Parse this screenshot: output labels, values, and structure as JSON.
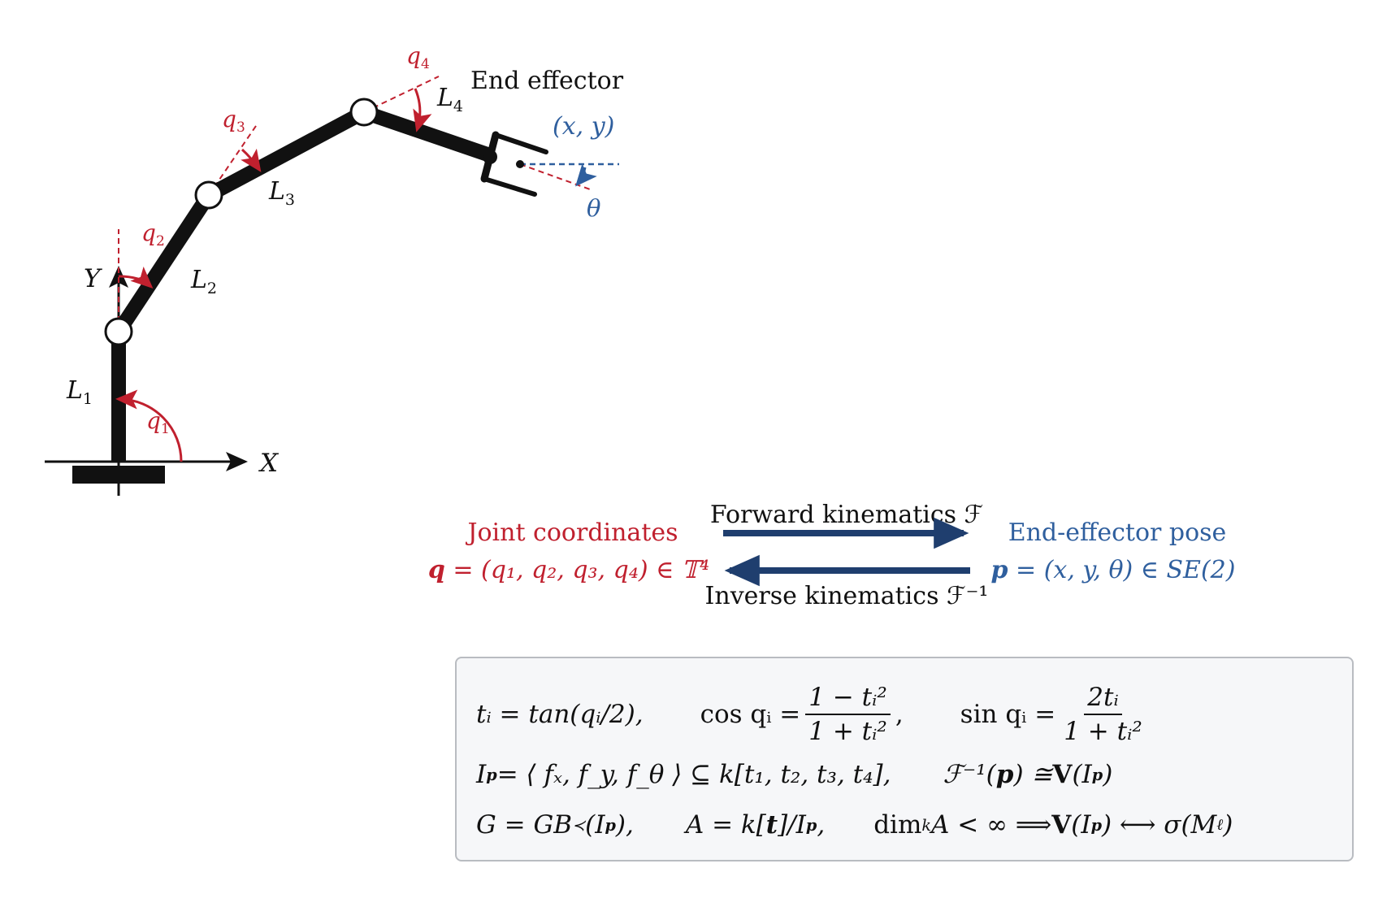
{
  "robot_arm": {
    "link_labels": [
      "L",
      "L",
      "L",
      "L"
    ],
    "link_subs": [
      "1",
      "2",
      "3",
      "4"
    ],
    "joint_angle_labels": [
      "q",
      "q",
      "q",
      "q"
    ],
    "joint_angle_subs": [
      "1",
      "2",
      "3",
      "4"
    ],
    "axis_x_label": "X",
    "axis_y_label": "Y",
    "end_effector_label": "End effector",
    "end_effector_position_label": "(x, y)",
    "end_effector_angle_label": "θ"
  },
  "mapping": {
    "left_title": "Joint coordinates",
    "left_formula_bold": "q",
    "left_formula_rest": " = (q₁, q₂, q₃, q₄) ∈ 𝕋⁴",
    "right_title": "End-effector pose",
    "right_formula_bold": "p",
    "right_formula_rest": " = (x, y, θ) ∈ SE(2)",
    "forward_label": "Forward kinematics ℱ",
    "inverse_label": "Inverse kinematics ℱ⁻¹"
  },
  "formulas": {
    "row1": {
      "t_def": "tᵢ = tan(qᵢ/2),",
      "cos_lhs": "cos qᵢ =",
      "cos_num": "1 − tᵢ²",
      "cos_den": "1 + tᵢ²",
      "cos_tail": ",",
      "sin_lhs": "sin qᵢ =",
      "sin_num": "2tᵢ",
      "sin_den": "1 + tᵢ²"
    },
    "row2": {
      "ideal": "I",
      "ideal_sub": "p",
      "ideal_rest": " = ⟨ fₓ,  f_y,  f_θ ⟩  ⊆  k[t₁, t₂, t₃, t₄],",
      "finv": "ℱ⁻¹(",
      "finv_p": "p",
      "finv_rest": ")  ≅  ",
      "variety": "V",
      "variety_rest": "(I",
      "variety_sub": "p",
      "variety_close": ")"
    },
    "row3": {
      "g_def": "G = GB",
      "g_sub": "≺",
      "g_rest": "(I",
      "g_sub2": "p",
      "g_close": "),",
      "a_def": "A = k[",
      "a_t": "t",
      "a_rest": "]/I",
      "a_sub": "p",
      "a_close": ",",
      "dim": "dim",
      "dim_sub": "k",
      "dim_rest": " A < ∞  ⟹  ",
      "v2": "V",
      "v2_rest": "(I",
      "v2_sub": "p",
      "v2_close": ")  ⟷  σ(M",
      "m_sub": "ℓ",
      "m_close": ")"
    }
  },
  "colors": {
    "joint_red": "#c0202e",
    "pose_blue": "#2f5f9e",
    "arrow_navy": "#1f3e6e",
    "link_black": "#111111"
  }
}
